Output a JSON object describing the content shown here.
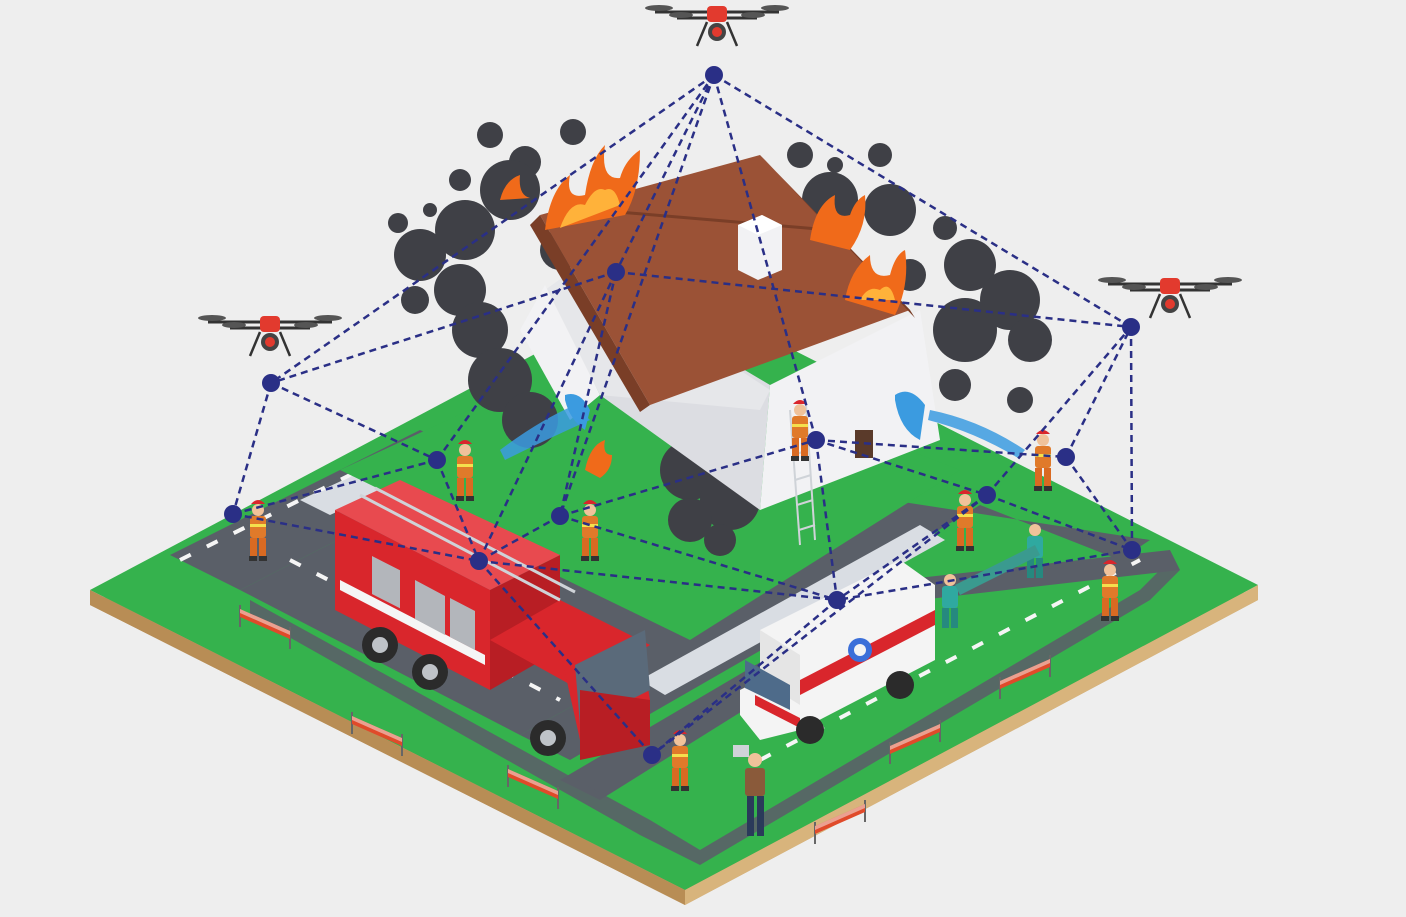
{
  "scene": {
    "description_visible_text": "",
    "colors": {
      "background": "#eeeeee",
      "grass": "#35b24d",
      "grass_side": "#c9a36b",
      "road": "#5a5f68",
      "sidewalk": "#d9dde3",
      "roof": "#9b5236",
      "roof_shadow": "#7a3e27",
      "wall": "#f2f2f4",
      "smoke": "#3f4046",
      "fire": "#f06a1a",
      "fire_core": "#ffb23a",
      "water": "#3b9be0",
      "truck_red": "#d9262c",
      "ambulance_white": "#f4f4f4",
      "network_node": "#2a2f86",
      "network_link": "#2a2f86",
      "drone_body": "#333333",
      "drone_accent": "#e23a2e",
      "firefighter_suit": "#e07a2a",
      "medic_suit": "#2fa9a0"
    },
    "drones": [
      {
        "name": "drone-top",
        "icon": "quadcopter-icon"
      },
      {
        "name": "drone-left",
        "icon": "quadcopter-icon"
      },
      {
        "name": "drone-right",
        "icon": "quadcopter-icon"
      }
    ],
    "network": {
      "node_count": 14,
      "link_style": "dashed"
    },
    "vehicles": [
      {
        "name": "fire-truck",
        "icon": "fire-truck-icon"
      },
      {
        "name": "ambulance",
        "icon": "ambulance-icon"
      }
    ],
    "people": [
      {
        "name": "firefighter",
        "icon": "firefighter-icon"
      },
      {
        "name": "medic",
        "icon": "medic-icon"
      },
      {
        "name": "reporter",
        "icon": "camera-person-icon"
      }
    ]
  }
}
